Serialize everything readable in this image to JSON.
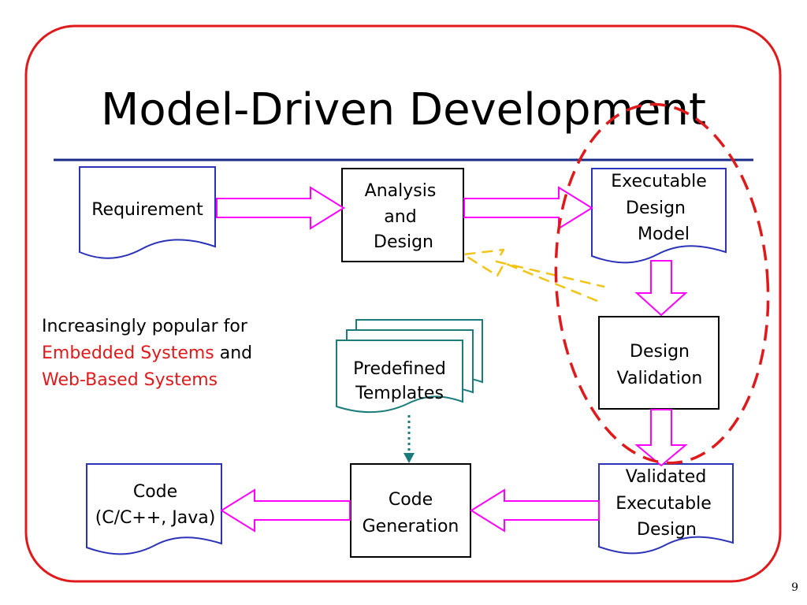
{
  "title": "Model-Driven Development",
  "page_number": "9",
  "colors": {
    "frame": "#e0191b",
    "rule": "#1a2b8a",
    "doc_stroke": "#2b33b8",
    "arrow": "#ff00ff",
    "feedback_arrow": "#f2c418",
    "template_stroke": "#1c7c7c",
    "highlight": "#e0191b",
    "emphasis_text": "#e0191b"
  },
  "nodes": {
    "requirement": "Requirement",
    "analysis": [
      "Analysis",
      "and",
      "Design"
    ],
    "executable_model": [
      "Executable",
      "Design",
      "Model"
    ],
    "design_validation": [
      "Design",
      "Validation"
    ],
    "templates": [
      "Predefined",
      "Templates"
    ],
    "validated_design": [
      "Validated",
      "Executable",
      "Design"
    ],
    "code_generation": [
      "Code",
      "Generation"
    ],
    "code": [
      "Code",
      "(C/C++, Java)"
    ]
  },
  "note": {
    "line1": "Increasingly popular for",
    "line2_red": "Embedded Systems",
    "line2_rest": " and",
    "line3_red": "Web-Based Systems"
  }
}
